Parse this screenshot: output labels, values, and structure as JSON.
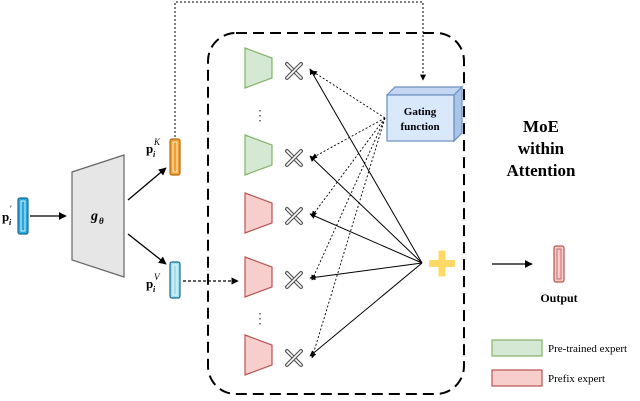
{
  "labels": {
    "input_sub": "i",
    "input_sup": "′",
    "generator": "g",
    "generator_sub": "θ",
    "key_sub": "i",
    "key_sup": "K",
    "value_sub": "i",
    "value_sup": "V",
    "gating_line1": "Gating",
    "gating_line2": "function",
    "moe_line1": "MoE",
    "moe_line2": "within",
    "moe_line3": "Attention",
    "output": "Output",
    "vdots": "⋮"
  },
  "legend": {
    "pretrained": "Pre-trained expert",
    "prefix": "Prefix expert"
  },
  "colors": {
    "pretrained_fill": "#d5e8d4",
    "pretrained_stroke": "#82b366",
    "prefix_fill": "#f8cecc",
    "prefix_stroke": "#b85450",
    "input_fill": "#29a8e0",
    "key_fill": "#f0a030",
    "value_fill": "#9fdfea",
    "output_fill": "#f8cecc",
    "gating_fill": "#dae8fc",
    "gating_stroke": "#6c8ebf",
    "plus": "#ffd966",
    "generator_fill": "#e6e6e6"
  }
}
